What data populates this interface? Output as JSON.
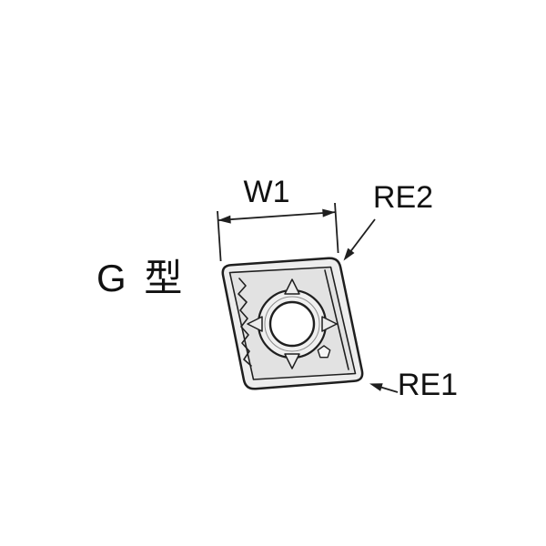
{
  "diagram": {
    "title": "G 型",
    "labels": {
      "width": "W1",
      "corner_radius_top": "RE2",
      "corner_radius_bottom": "RE1"
    },
    "colors": {
      "background": "#ffffff",
      "line": "#1f1f1f",
      "insert_fill": "#ededed",
      "face_fill": "#e2e2e2",
      "hole_fill": "#ffffff"
    }
  }
}
